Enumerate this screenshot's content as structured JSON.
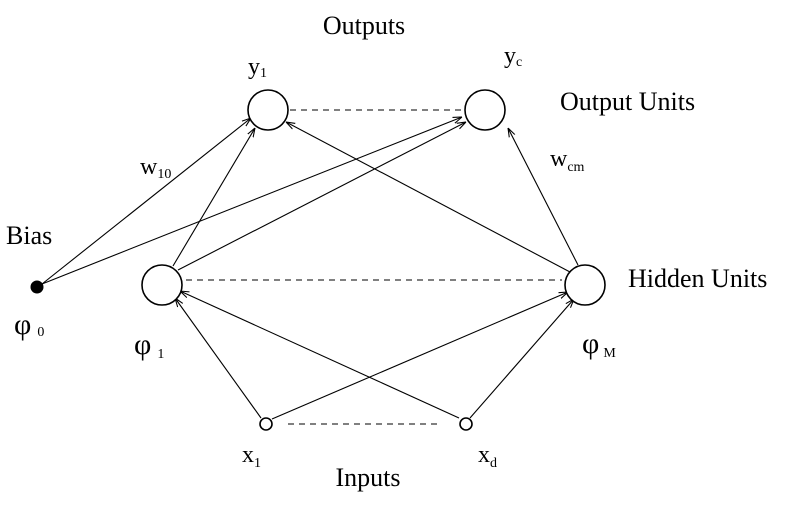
{
  "labels": {
    "outputs": "Outputs",
    "output_units": "Output Units",
    "hidden_units": "Hidden Units",
    "bias": "Bias",
    "inputs": "Inputs"
  },
  "nodes": {
    "y1": {
      "base": "y",
      "sub": "1"
    },
    "yc": {
      "base": "y",
      "sub": "c"
    },
    "x1": {
      "base": "x",
      "sub": "1"
    },
    "xd": {
      "base": "x",
      "sub": "d"
    },
    "phi0": {
      "base": "φ",
      "sub": "0"
    },
    "phi1": {
      "base": "φ",
      "sub": "1"
    },
    "phiM": {
      "base": "φ",
      "sub": "M"
    }
  },
  "weights": {
    "w10": {
      "base": "w",
      "sub": "10"
    },
    "wcm": {
      "base": "w",
      "sub": "cm"
    }
  }
}
